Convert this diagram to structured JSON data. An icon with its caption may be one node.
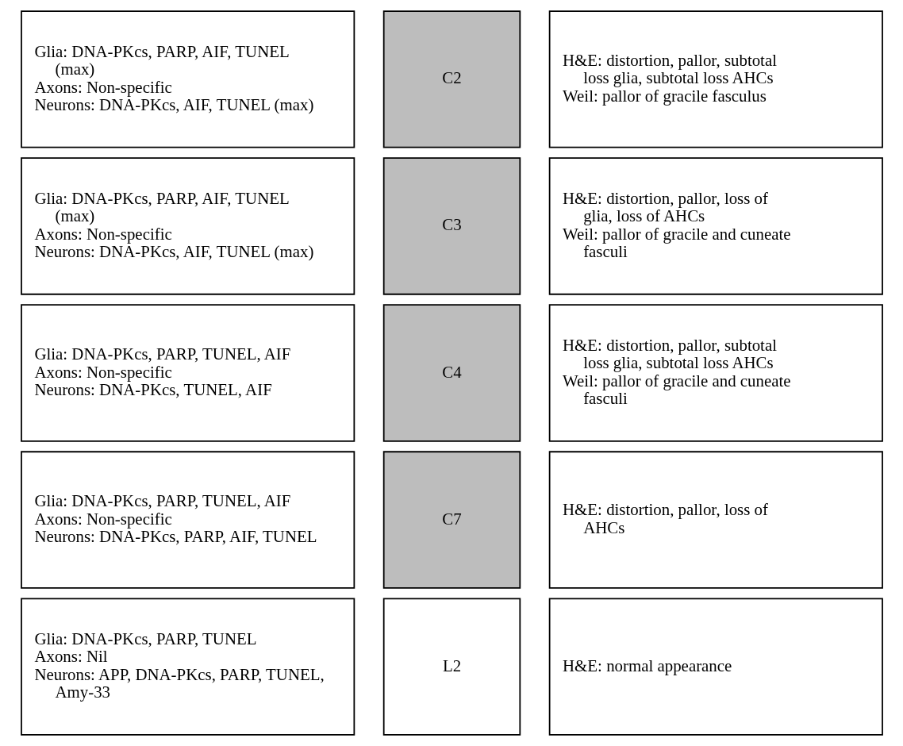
{
  "diagram": {
    "nodes": [
      {
        "text": [
          "Glia: DNA-PKcs, PARP, AIF, TUNEL (max)",
          "Axons: Non-specific",
          "Neurons: DNA-PKcs, AIF, TUNEL (max)"
        ]
      },
      {
        "text": [
          "C2"
        ]
      },
      {
        "text": [
          "H&E: distortion, pallor, subtotal loss glia, subtotal loss AHCs",
          "Weil: pallor of gracile fasculus"
        ]
      },
      {
        "text": [
          "Glia: DNA-PKcs, PARP, AIF, TUNEL (max)",
          "Axons: Non-specific",
          "Neurons: DNA-PKcs, AIF, TUNEL (max)"
        ]
      },
      {
        "text": [
          "C3"
        ]
      },
      {
        "text": [
          "H&E: distortion, pallor, loss of glia, loss of AHCs",
          "Weil: pallor of gracile and cuneate fasculi"
        ]
      },
      {
        "text": [
          "Glia: DNA-PKcs, PARP, TUNEL, AIF",
          "Axons: Non-specific",
          "Neurons: DNA-PKcs, TUNEL, AIF"
        ]
      },
      {
        "text": [
          "C4"
        ]
      },
      {
        "text": [
          "H&E: distortion, pallor, subtotal loss glia, subtotal loss AHCs",
          "Weil: pallor of gracile and cuneate fasculi"
        ]
      },
      {
        "text": [
          "Glia: DNA-PKcs, PARP, TUNEL, AIF",
          "Axons: Non-specific",
          "Neurons: DNA-PKcs, PARP, AIF, TUNEL"
        ]
      },
      {
        "text": [
          "C7"
        ]
      },
      {
        "text": [
          "H&E: distortion, pallor, loss of AHCs"
        ]
      },
      {
        "text": [
          "Glia: DNA-PKcs, PARP, TUNEL",
          "Axons: Nil",
          "Neurons: APP, DNA-PKcs, PARP, TUNEL, Amy-33"
        ]
      },
      {
        "text": [
          "L2"
        ]
      },
      {
        "text": [
          "H&E: normal appearance"
        ]
      }
    ],
    "edges": []
  }
}
